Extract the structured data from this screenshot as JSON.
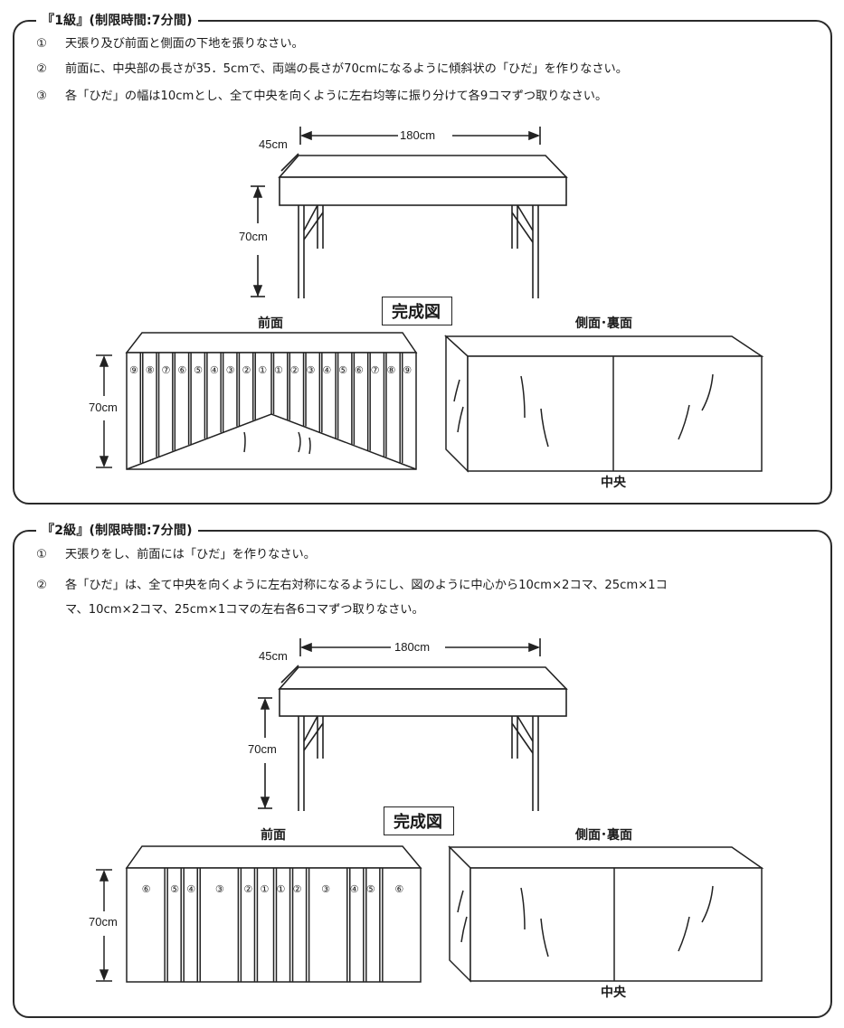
{
  "grade1": {
    "title": "『1級』(制限時間:7分間)",
    "instructions": [
      {
        "num": "①",
        "text": "天張り及び前面と側面の下地を張りなさい。"
      },
      {
        "num": "②",
        "text": "前面に、中央部の長さが35．5cmで、両端の長さが70cmになるように傾斜状の「ひだ」を作りなさい。"
      },
      {
        "num": "③",
        "text": "各「ひだ」の幅は10cmとし、全て中央を向くように左右均等に振り分けて各9コマずつ取りなさい。"
      }
    ],
    "dim_depth": "45cm",
    "dim_width": "180cm",
    "dim_height": "70cm",
    "completed_label": "完成図",
    "front_label": "前面",
    "side_label": "側面･裏面",
    "center_label": "中央",
    "front_height": "70cm",
    "pleat_numbers": [
      "⑨",
      "⑧",
      "⑦",
      "⑥",
      "⑤",
      "④",
      "③",
      "②",
      "①",
      "①",
      "②",
      "③",
      "④",
      "⑤",
      "⑥",
      "⑦",
      "⑧",
      "⑨"
    ]
  },
  "grade2": {
    "title": "『2級』(制限時間:7分間)",
    "instructions": [
      {
        "num": "①",
        "text": "天張りをし、前面には「ひだ」を作りなさい。"
      },
      {
        "num": "②",
        "text": "各「ひだ」は、全て中央を向くように左右対称になるようにし、図のように中心から10cm×2コマ、25cm×1コ",
        "cont": "マ、10cm×2コマ、25cm×1コマの左右各6コマずつ取りなさい。"
      }
    ],
    "dim_depth": "45cm",
    "dim_width": "180cm",
    "dim_height": "70cm",
    "completed_label": "完成図",
    "front_label": "前面",
    "side_label": "側面･裏面",
    "center_label": "中央",
    "front_height": "70cm",
    "pleat_numbers": [
      "⑥",
      "⑤",
      "④",
      "③",
      "②",
      "①",
      "①",
      "②",
      "③",
      "④",
      "⑤",
      "⑥"
    ]
  }
}
